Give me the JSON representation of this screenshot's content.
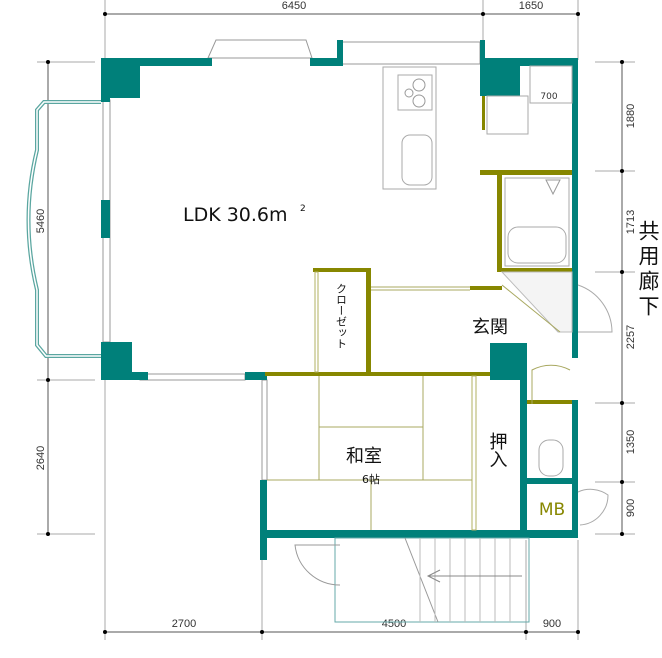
{
  "dimensions": {
    "top": [
      "6450",
      "1650"
    ],
    "bottom": [
      "2700",
      "4500",
      "900"
    ],
    "left": [
      "5460",
      "2640"
    ],
    "right": [
      "1880",
      "1713",
      "2257",
      "1350",
      "900"
    ]
  },
  "rooms": {
    "ldk": "LDK 30.6m",
    "ldk_sup": "2",
    "closet": "クローゼット",
    "entrance": "玄関",
    "washitsu": "和室",
    "washitsu_size": "6帖",
    "oshiire": "押入",
    "mb": "MB",
    "washer": "700",
    "corridor": "共用廊下"
  },
  "colors": {
    "wall": "#00807a",
    "partition": "#878700"
  }
}
